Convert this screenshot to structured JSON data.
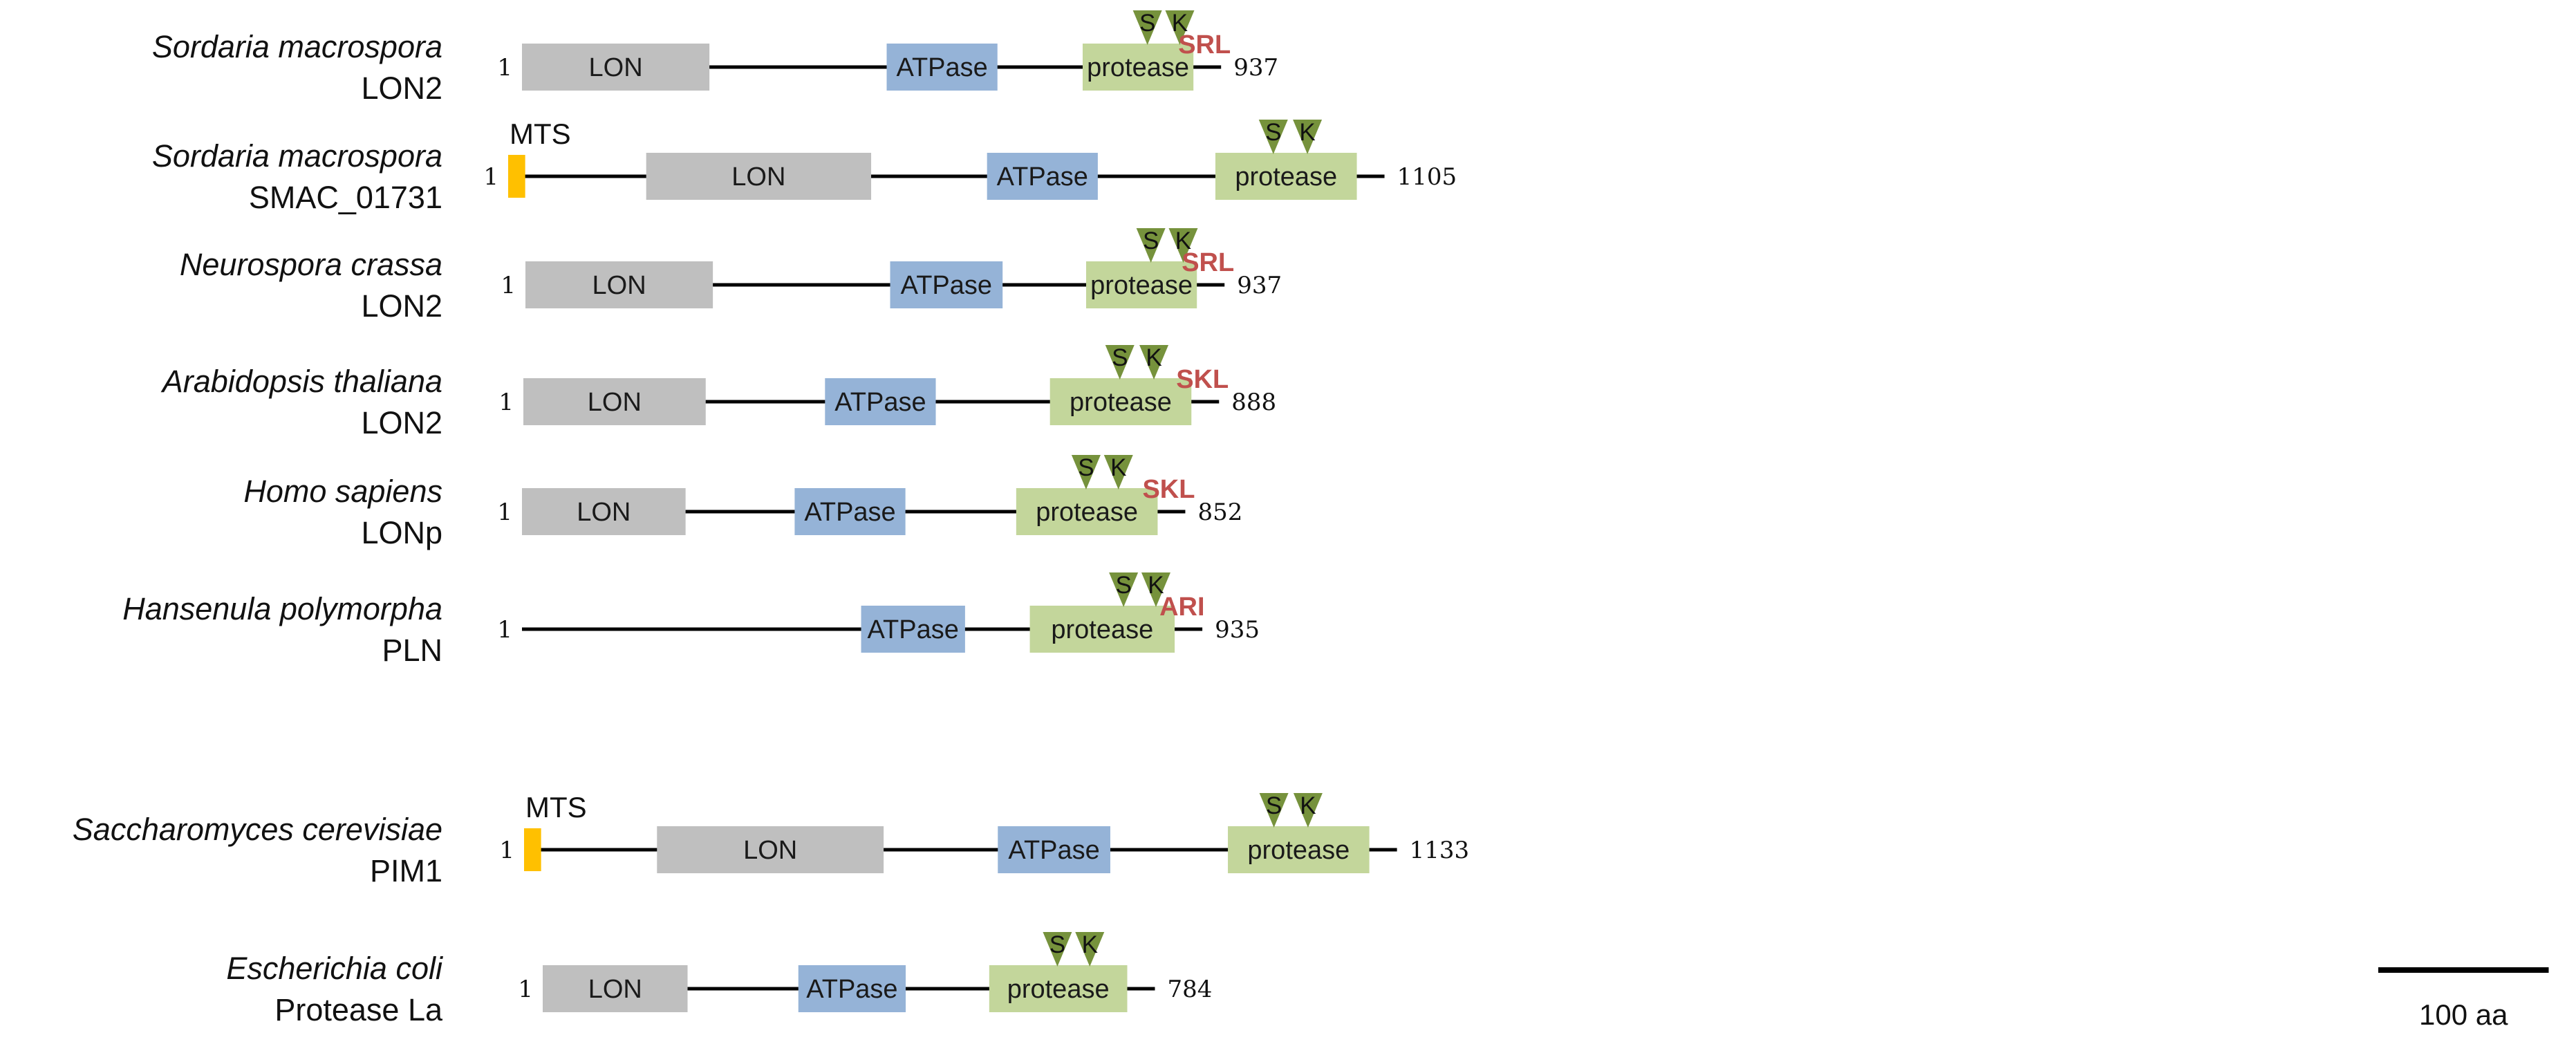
{
  "colors": {
    "lon": "#bfbfbf",
    "atpase": "#95b3d7",
    "protease": "#c3d69b",
    "mts": "#ffc000",
    "site": "#76923c",
    "pts": "#c0504d",
    "line": "#000000"
  },
  "labels": {
    "lon": "LON",
    "atpase": "ATPase",
    "protease": "protease",
    "mts": "MTS",
    "serine": "S",
    "lysine": "K"
  },
  "scale_bar": {
    "label": "100 aa",
    "length_aa": 100
  },
  "proteins": [
    {
      "species": "Sordaria macrospora",
      "name": "LON2",
      "start": "1",
      "length": 937,
      "end_label": "937",
      "pts": "SRL",
      "mts": false,
      "domains": [
        [
          "lon",
          0,
          110
        ],
        [
          "atpase",
          214,
          279
        ],
        [
          "protease",
          329,
          394
        ]
      ],
      "sites": [
        367,
        386
      ]
    },
    {
      "species": "Sordaria macrospora",
      "name": "SMAC_01731",
      "start": "1",
      "length": 1105,
      "end_label": "1105",
      "pts": "",
      "mts": true,
      "domains": [
        [
          "mts",
          0,
          10
        ],
        [
          "lon",
          81,
          213
        ],
        [
          "atpase",
          281,
          346
        ],
        [
          "protease",
          415,
          498
        ]
      ],
      "sites": [
        449,
        469
      ]
    },
    {
      "species": "Neurospora crassa",
      "name": "LON2",
      "start": "1",
      "length": 937,
      "end_label": "937",
      "pts": "SRL",
      "mts": false,
      "domains": [
        [
          "lon",
          0,
          110
        ],
        [
          "atpase",
          214,
          280
        ],
        [
          "protease",
          329,
          394
        ]
      ],
      "sites": [
        367,
        386
      ]
    },
    {
      "species": "Arabidopsis thaliana",
      "name": "LON2",
      "start": "1",
      "length": 888,
      "end_label": "888",
      "pts": "SKL",
      "mts": false,
      "domains": [
        [
          "lon",
          0,
          107
        ],
        [
          "atpase",
          177,
          242
        ],
        [
          "protease",
          309,
          392
        ]
      ],
      "sites": [
        350,
        370
      ]
    },
    {
      "species": "Homo sapiens",
      "name": "LONp",
      "start": "1",
      "length": 852,
      "end_label": "852",
      "pts": "SKL",
      "mts": false,
      "domains": [
        [
          "lon",
          0,
          96
        ],
        [
          "atpase",
          160,
          225
        ],
        [
          "protease",
          290,
          373
        ]
      ],
      "sites": [
        331,
        350
      ]
    },
    {
      "species": "Hansenula polymorpha",
      "name": "PLN",
      "start": "1",
      "length": 935,
      "end_label": "935",
      "pts": "ARI",
      "mts": false,
      "domains": [
        [
          "atpase",
          199,
          260
        ],
        [
          "protease",
          298,
          383
        ]
      ],
      "sites": [
        353,
        372
      ]
    },
    {
      "species": "Saccharomyces cerevisiae",
      "name": "PIM1",
      "start": "1",
      "length": 1133,
      "end_label": "1133",
      "pts": "",
      "mts": true,
      "domains": [
        [
          "mts",
          0,
          10
        ],
        [
          "lon",
          78,
          211
        ],
        [
          "atpase",
          278,
          344
        ],
        [
          "protease",
          413,
          496
        ]
      ],
      "sites": [
        440,
        460
      ]
    },
    {
      "species": "Escherichia coli",
      "name": "Protease La",
      "start": "1",
      "length": 784,
      "end_label": "784",
      "pts": "",
      "mts": false,
      "domains": [
        [
          "lon",
          0,
          85
        ],
        [
          "atpase",
          150,
          213
        ],
        [
          "protease",
          262,
          343
        ]
      ],
      "sites": [
        302,
        321
      ]
    }
  ]
}
